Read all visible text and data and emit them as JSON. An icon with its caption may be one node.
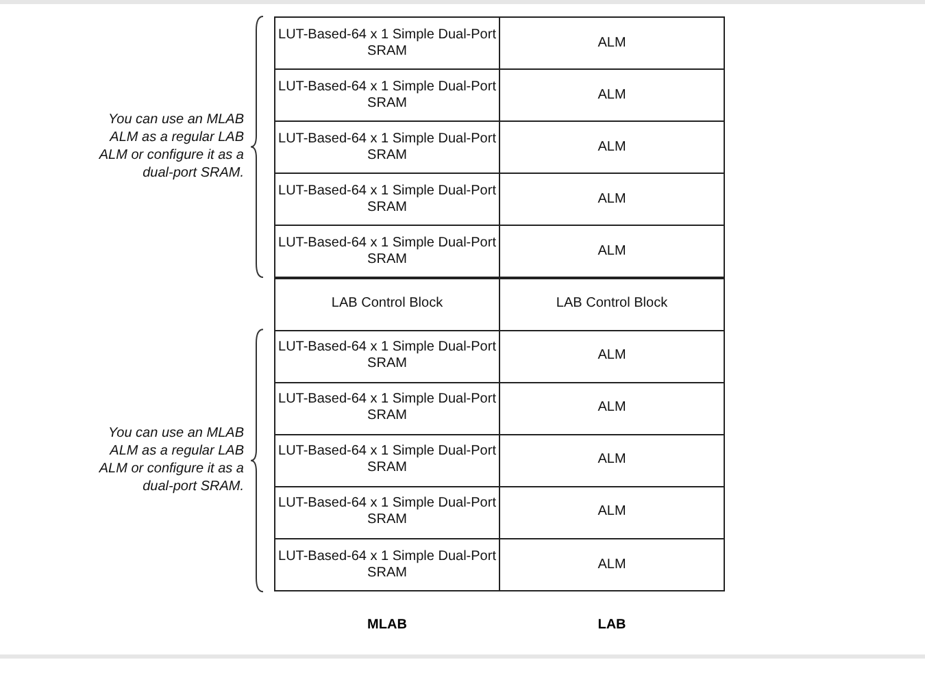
{
  "diagram": {
    "nodes": [
      {
        "text": [
          "LUT-Based-64 x 1 Simple Dual-Port SRAM"
        ]
      },
      {
        "text": [
          "ALM"
        ]
      },
      {
        "text": [
          "LUT-Based-64 x 1 Simple Dual-Port SRAM"
        ]
      },
      {
        "text": [
          "ALM"
        ]
      },
      {
        "text": [
          "LUT-Based-64 x 1 Simple Dual-Port SRAM"
        ]
      },
      {
        "text": [
          "ALM"
        ]
      },
      {
        "text": [
          "LUT-Based-64 x 1 Simple Dual-Port SRAM"
        ]
      },
      {
        "text": [
          "ALM"
        ]
      },
      {
        "text": [
          "LUT-Based-64 x 1 Simple Dual-Port SRAM"
        ]
      },
      {
        "text": [
          "ALM"
        ]
      },
      {
        "text": [
          "LAB Control Block"
        ]
      },
      {
        "text": [
          "LAB Control Block"
        ]
      },
      {
        "text": [
          "LUT-Based-64 x 1 Simple Dual-Port SRAM"
        ]
      },
      {
        "text": [
          "ALM"
        ]
      },
      {
        "text": [
          "LUT-Based-64 x 1 Simple Dual-Port SRAM"
        ]
      },
      {
        "text": [
          "ALM"
        ]
      },
      {
        "text": [
          "LUT-Based-64 x 1 Simple Dual-Port SRAM"
        ]
      },
      {
        "text": [
          "ALM"
        ]
      },
      {
        "text": [
          "LUT-Based-64 x 1 Simple Dual-Port SRAM"
        ]
      },
      {
        "text": [
          "ALM"
        ]
      },
      {
        "text": [
          "LUT-Based-64 x 1 Simple Dual-Port SRAM"
        ]
      },
      {
        "text": [
          "ALM"
        ]
      }
    ],
    "edges": [],
    "labels": [
      "You can use an MLAB ALM as a regular LAB ALM or configure it as a dual-port SRAM.",
      "You can use an MLAB ALM as a regular LAB ALM or configure it as a dual-port SRAM.",
      "MLAB",
      "LAB"
    ]
  }
}
